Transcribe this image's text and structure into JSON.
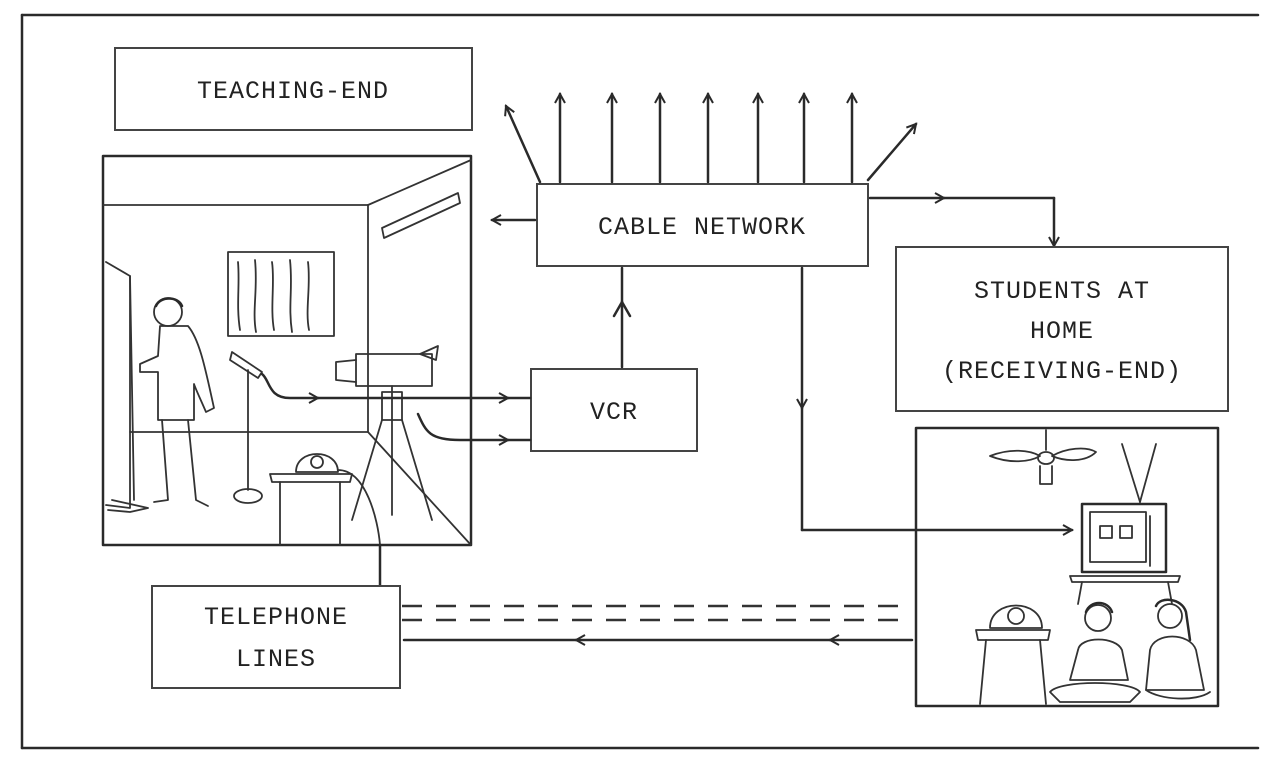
{
  "diagram": {
    "labels": {
      "teaching_end": "TEACHING-END",
      "cable_network": "CABLE NETWORK",
      "vcr": "VCR",
      "students_line1": "STUDENTS AT",
      "students_line2": "HOME",
      "students_line3": "(RECEIVING-END)",
      "telephone_line1": "TELEPHONE",
      "telephone_line2": "LINES"
    },
    "illustrations": [
      "teaching-room-icon",
      "teacher-figure-icon",
      "microphone-icon",
      "video-camera-icon",
      "telephone-icon",
      "ceiling-fan-icon",
      "television-icon",
      "students-figures-icon"
    ],
    "colors": {
      "ink": "#2a2a2a",
      "paper": "#ffffff"
    }
  }
}
